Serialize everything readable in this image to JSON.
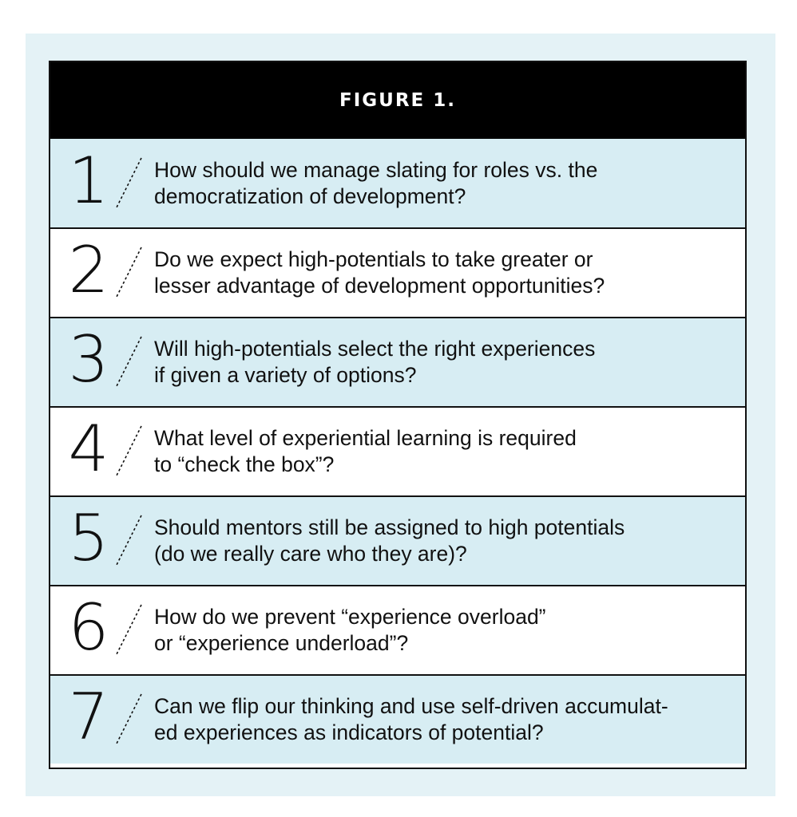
{
  "figure": {
    "title": "FIGURE 1.",
    "colors": {
      "background": "#e4f2f6",
      "shaded_row": "#d7edf3",
      "header": "#000000",
      "border": "#111111"
    },
    "questions": [
      {
        "number": "1",
        "line1": "How should we manage slating for roles vs. the",
        "line2": "democratization of development?"
      },
      {
        "number": "2",
        "line1": "Do we expect high-potentials to take greater or",
        "line2": "lesser advantage of development opportunities?"
      },
      {
        "number": "3",
        "line1": "Will high-potentials select the right experiences",
        "line2": "if given a variety of options?"
      },
      {
        "number": "4",
        "line1": "What level of experiential learning is required",
        "line2": "to “check the box”?"
      },
      {
        "number": "5",
        "line1": "Should mentors still be assigned to high potentials",
        "line2": "(do we really care who they are)?"
      },
      {
        "number": "6",
        "line1": "How do we prevent “experience overload”",
        "line2": "or “experience underload”?"
      },
      {
        "number": "7",
        "line1": "Can we flip our thinking and use self-driven accumulat-",
        "line2": "ed experiences as indicators of potential?"
      }
    ]
  }
}
